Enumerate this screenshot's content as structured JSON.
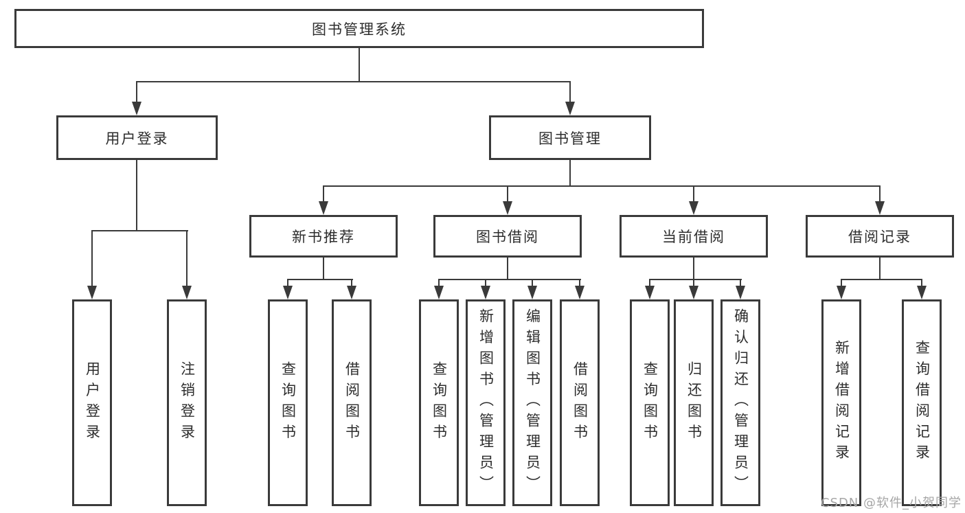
{
  "root": {
    "label": "图书管理系统"
  },
  "branches": [
    {
      "label": "用户登录",
      "leaves": [
        "用户登录",
        "注销登录"
      ]
    },
    {
      "label": "图书管理",
      "sections": [
        {
          "label": "新书推荐",
          "leaves": [
            "查询图书",
            "借阅图书"
          ]
        },
        {
          "label": "图书借阅",
          "leaves": [
            "查询图书",
            "新增图书（管理员）",
            "编辑图书（管理员）",
            "借阅图书"
          ]
        },
        {
          "label": "当前借阅",
          "leaves": [
            "查询图书",
            "归还图书",
            "确认归还（管理员）"
          ]
        },
        {
          "label": "借阅记录",
          "leaves": [
            "新增借阅记录",
            "查询借阅记录"
          ]
        }
      ]
    }
  ],
  "watermark": "CSDN @软件_小贺同学",
  "colors": {
    "line": "#3a3a3a",
    "text": "#2d2d2d",
    "watermark": "#a6a6a6",
    "background": "#ffffff"
  }
}
